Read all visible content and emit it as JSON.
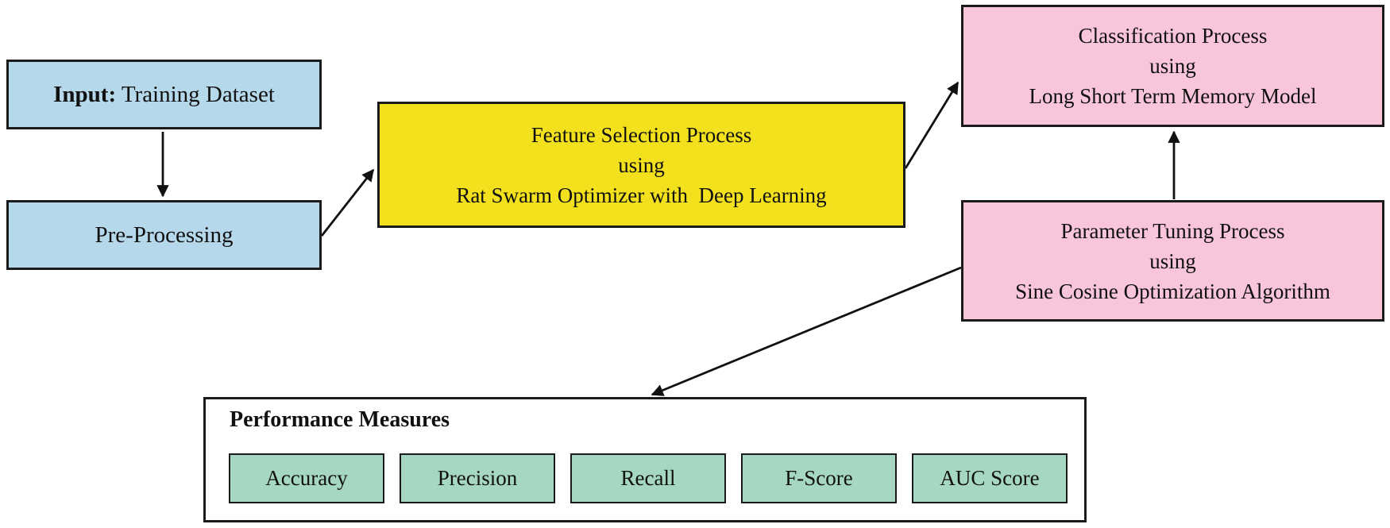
{
  "colors": {
    "light_blue_box": "#b6d8eb",
    "yellow_box": "#f2e11c",
    "pink_box": "#f8c5da",
    "green_box": "#a6d7c2",
    "border": "#1b1b1b",
    "arrow": "#111111",
    "background": "#ffffff"
  },
  "boxes": {
    "input": {
      "prefix": "Input:",
      "text": " Training Dataset"
    },
    "preprocessing": {
      "text": "Pre-Processing"
    },
    "feature": {
      "lines": [
        "Feature Selection Process",
        "using",
        "Rat Swarm Optimizer with  Deep Learning"
      ]
    },
    "classification": {
      "lines": [
        "Classification Process",
        "using",
        "Long Short Term Memory Model"
      ]
    },
    "parameter": {
      "lines": [
        "Parameter Tuning Process",
        "using",
        "Sine Cosine Optimization Algorithm"
      ]
    },
    "performance": {
      "title": "Performance Measures",
      "measures": [
        "Accuracy",
        "Precision",
        "Recall",
        "F-Score",
        "AUC Score"
      ]
    }
  }
}
